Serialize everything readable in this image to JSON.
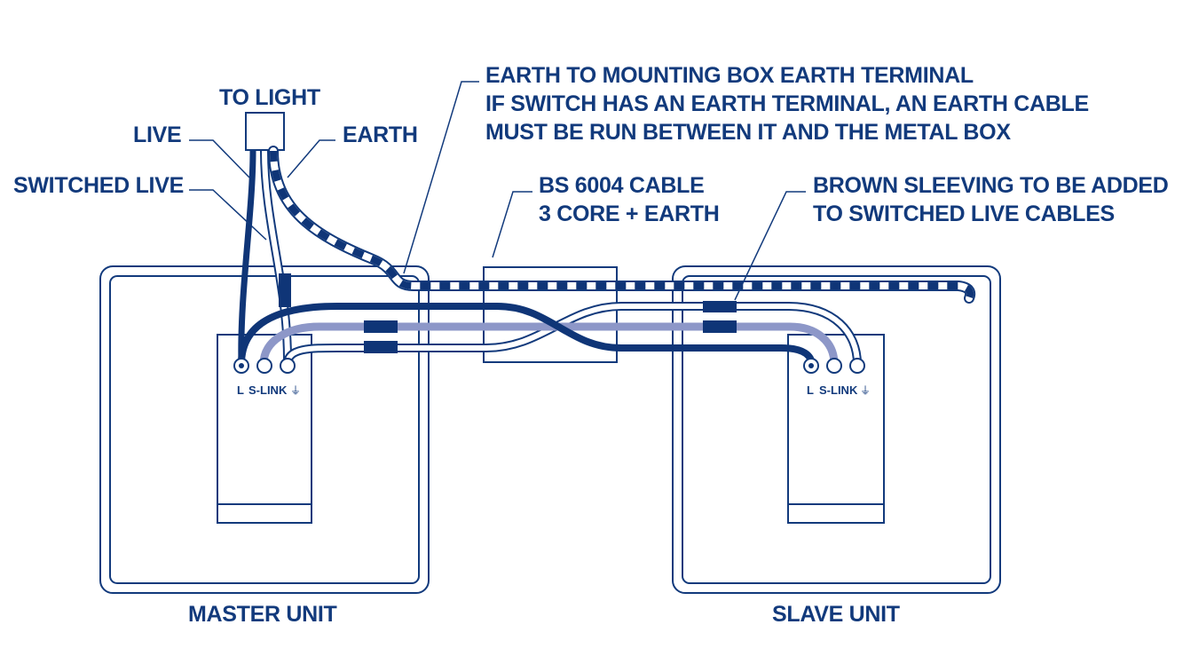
{
  "labels": {
    "to_light": "TO LIGHT",
    "live": "LIVE",
    "earth": "EARTH",
    "switched_live": "SWITCHED LIVE",
    "earth_note": [
      "EARTH TO MOUNTING BOX EARTH TERMINAL",
      "IF SWITCH HAS AN EARTH TERMINAL, AN EARTH CABLE",
      "MUST BE RUN BETWEEN IT AND THE METAL BOX"
    ],
    "cable_type": [
      "BS 6004 CABLE",
      "3 CORE + EARTH"
    ],
    "sleeving_note": [
      "BROWN SLEEVING TO BE ADDED",
      "TO SWITCHED LIVE CABLES"
    ],
    "master_unit": "MASTER UNIT",
    "slave_unit": "SLAVE UNIT"
  },
  "terminals": {
    "live": "L",
    "s_link": "S-LINK",
    "earth_symbol_icon": "earth-symbol-icon",
    "earth_glyph": "⏚"
  },
  "colors": {
    "navy": "#0f3577",
    "light_blue": "#8d97c8",
    "outline": "#123a7c",
    "background": "#ffffff"
  }
}
